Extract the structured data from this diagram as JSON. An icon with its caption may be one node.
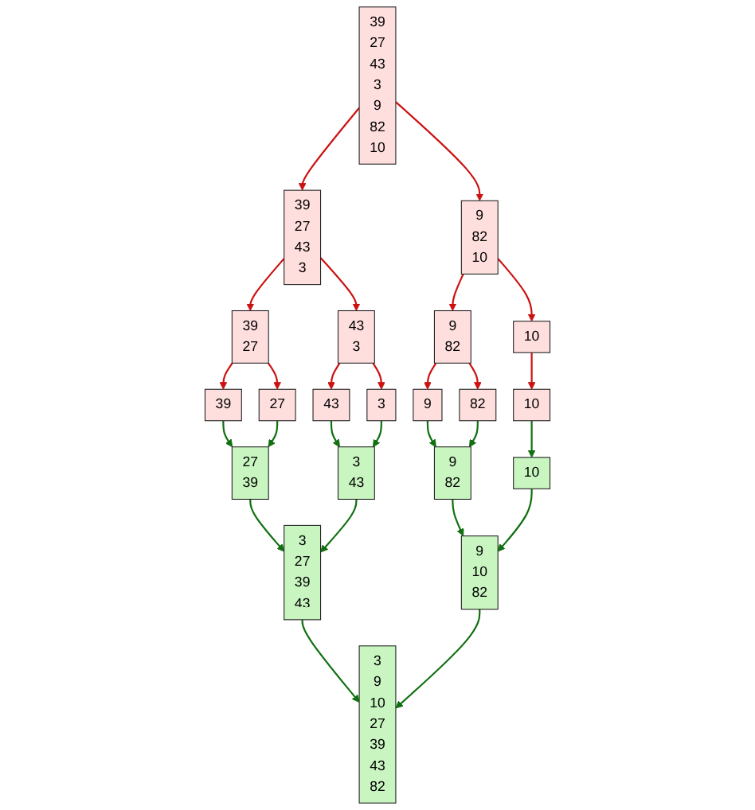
{
  "diagram": {
    "nodes": [
      {
        "text": [
          "39",
          "27",
          "43",
          "3",
          "9",
          "82",
          "10"
        ]
      },
      {
        "text": [
          "39",
          "27",
          "43",
          "3"
        ]
      },
      {
        "text": [
          "9",
          "82",
          "10"
        ]
      },
      {
        "text": [
          "39",
          "27"
        ]
      },
      {
        "text": [
          "43",
          "3"
        ]
      },
      {
        "text": [
          "9",
          "82"
        ]
      },
      {
        "text": [
          "10"
        ]
      },
      {
        "text": [
          "39"
        ]
      },
      {
        "text": [
          "27"
        ]
      },
      {
        "text": [
          "43"
        ]
      },
      {
        "text": [
          "3"
        ]
      },
      {
        "text": [
          "9"
        ]
      },
      {
        "text": [
          "82"
        ]
      },
      {
        "text": [
          "10"
        ]
      },
      {
        "text": [
          "27",
          "39"
        ]
      },
      {
        "text": [
          "3",
          "43"
        ]
      },
      {
        "text": [
          "9",
          "82"
        ]
      },
      {
        "text": [
          "10"
        ]
      },
      {
        "text": [
          "3",
          "27",
          "39",
          "43"
        ]
      },
      {
        "text": [
          "9",
          "10",
          "82"
        ]
      },
      {
        "text": [
          "3",
          "9",
          "10",
          "27",
          "39",
          "43",
          "82"
        ]
      }
    ],
    "edges": [
      {
        "from": 0,
        "to": 1,
        "arrow": "to"
      },
      {
        "from": 0,
        "to": 2,
        "arrow": "to"
      },
      {
        "from": 1,
        "to": 3,
        "arrow": "to"
      },
      {
        "from": 1,
        "to": 4,
        "arrow": "to"
      },
      {
        "from": 2,
        "to": 5,
        "arrow": "to"
      },
      {
        "from": 2,
        "to": 6,
        "arrow": "to"
      },
      {
        "from": 3,
        "to": 7,
        "arrow": "to"
      },
      {
        "from": 3,
        "to": 8,
        "arrow": "to"
      },
      {
        "from": 4,
        "to": 9,
        "arrow": "to"
      },
      {
        "from": 4,
        "to": 10,
        "arrow": "to"
      },
      {
        "from": 5,
        "to": 11,
        "arrow": "to"
      },
      {
        "from": 5,
        "to": 12,
        "arrow": "to"
      },
      {
        "from": 6,
        "to": 13,
        "arrow": "to"
      },
      {
        "from": 7,
        "to": 14,
        "arrow": "to",
        "color": "#107010"
      },
      {
        "from": 8,
        "to": 14,
        "arrow": "to",
        "color": "#107010"
      },
      {
        "from": 9,
        "to": 15,
        "arrow": "to",
        "color": "#107010"
      },
      {
        "from": 10,
        "to": 15,
        "arrow": "to",
        "color": "#107010"
      },
      {
        "from": 11,
        "to": 16,
        "arrow": "to",
        "color": "#107010"
      },
      {
        "from": 12,
        "to": 16,
        "arrow": "to",
        "color": "#107010"
      },
      {
        "from": 13,
        "to": 17,
        "arrow": "to",
        "color": "#107010"
      },
      {
        "from": 14,
        "to": 18,
        "arrow": "to",
        "color": "#107010"
      },
      {
        "from": 15,
        "to": 18,
        "arrow": "to",
        "color": "#107010"
      },
      {
        "from": 16,
        "to": 19,
        "arrow": "to",
        "color": "#107010"
      },
      {
        "from": 17,
        "to": 19,
        "arrow": "to",
        "color": "#107010"
      },
      {
        "from": 18,
        "to": 20,
        "arrow": "to",
        "color": "#107010"
      },
      {
        "from": 19,
        "to": 20,
        "arrow": "to",
        "color": "#107010"
      }
    ]
  }
}
